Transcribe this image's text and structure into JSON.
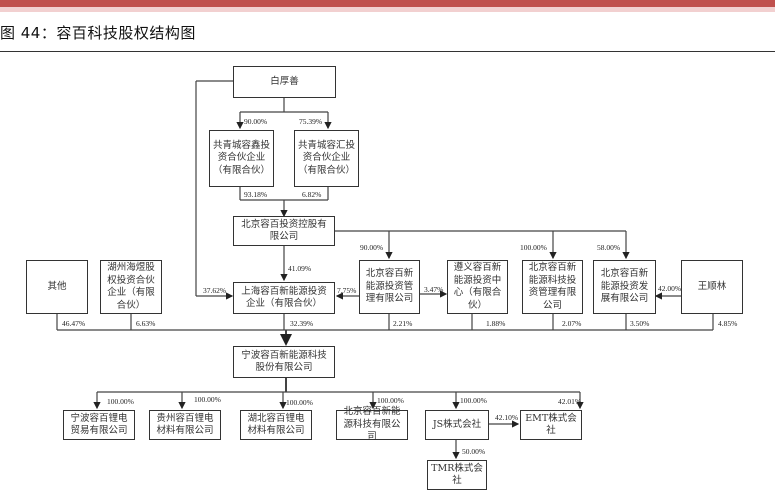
{
  "figure": {
    "caption": "图 44：容百科技股权结构图",
    "accent_color": "#c0504d"
  },
  "nodes": {
    "bai_houshan": "白厚善",
    "gongqing_rongxin": "共青城容鑫投资合伙企业（有限合伙）",
    "gongqing_ronghui": "共青城容汇投资合伙企业（有限合伙）",
    "beijing_rongbai_holding": "北京容百投资控股有限公司",
    "others": "其他",
    "huzhou_haiyu": "湖州海煜股权投资合伙企业（有限合伙）",
    "shanghai_rongbai": "上海容百新能源投资企业（有限合伙）",
    "beijing_new_energy_mgmt": "北京容百新能源投资管理有限公司",
    "zunyi_center": "遵义容百新能源投资中心（有限合伙）",
    "beijing_tech_mgmt": "北京容百新能源科技投资管理有限公司",
    "beijing_dev": "北京容百新能源投资发展有限公司",
    "wang_shunlin": "王顺林",
    "ningbo_rongbai": "宁波容百新能源科技股份有限公司",
    "ningbo_trade": "宁波容百锂电贸易有限公司",
    "guizhou_materials": "贵州容百锂电材料有限公司",
    "hubei_materials": "湖北容百锂电材料有限公司",
    "beijing_tech": "北京容百新能源科技有限公司",
    "js": "JS株式会社",
    "emt": "EMT株式会社",
    "tmr": "TMR株式会社"
  },
  "edges": {
    "bai_to_rongxin": "90.00%",
    "bai_to_ronghui": "75.39%",
    "rongxin_to_holding": "93.18%",
    "ronghui_to_holding": "6.82%",
    "holding_to_shanghai": "41.09%",
    "holding_to_bj_mgmt": "90.00%",
    "holding_to_bj_tech_mgmt": "100.00%",
    "holding_to_bj_dev": "58.00%",
    "bai_to_shanghai": "37.62%",
    "bj_mgmt_to_shanghai": "7.75%",
    "bj_mgmt_to_zunyi": "3.47%",
    "wang_to_bj_dev": "42.00%",
    "others_to_ningbo": "46.47%",
    "huzhou_to_ningbo": "6.63%",
    "shanghai_to_ningbo": "32.39%",
    "bj_mgmt_to_ningbo": "2.21%",
    "zunyi_to_ningbo": "1.88%",
    "bj_tech_mgmt_to_ningbo": "2.07%",
    "bj_dev_to_ningbo": "3.50%",
    "wang_to_ningbo": "4.85%",
    "ningbo_to_trade": "100.00%",
    "ningbo_to_guizhou": "100.00%",
    "ningbo_to_hubei": "100.00%",
    "ningbo_to_bj_tech": "100.00%",
    "ningbo_to_js": "100.00%",
    "ningbo_to_emt": "42.01%",
    "js_to_emt": "42.10%",
    "js_to_tmr": "50.00%"
  }
}
